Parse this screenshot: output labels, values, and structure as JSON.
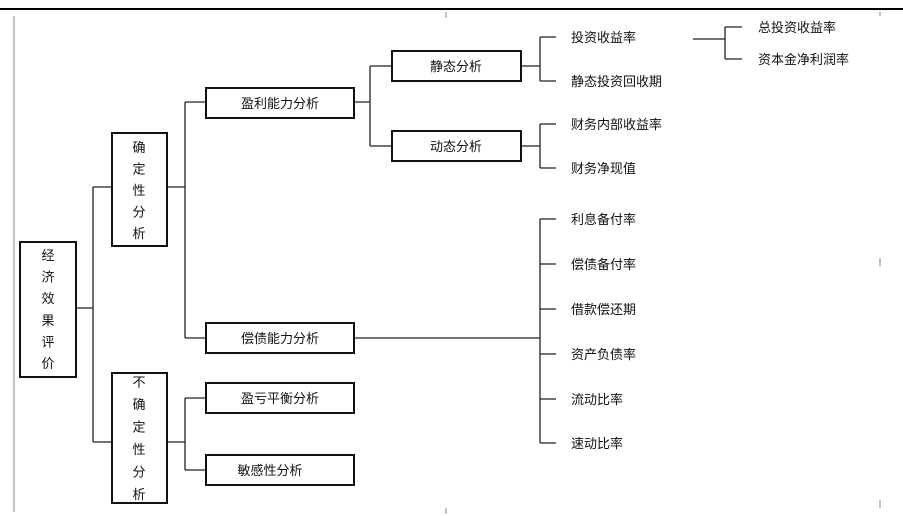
{
  "root": "经济效果评价",
  "level1": {
    "certainty": "确定性分析",
    "uncertainty": "不确定性分析"
  },
  "level2": {
    "profitability": "盈利能力分析",
    "solvency": "偿债能力分析",
    "breakeven": "盈亏平衡分析",
    "sensitivity": "敏感性分析"
  },
  "level3": {
    "static": "静态分析",
    "dynamic": "动态分析"
  },
  "static_items": [
    "投资收益率",
    "静态投资回收期"
  ],
  "roi_items": [
    "总投资收益率",
    "资本金净利润率"
  ],
  "dynamic_items": [
    "财务内部收益率",
    "财务净现值"
  ],
  "solvency_items": [
    "利息备付率",
    "偿债备付率",
    "借款偿还期",
    "资产负债率",
    "流动比率",
    "速动比率"
  ]
}
